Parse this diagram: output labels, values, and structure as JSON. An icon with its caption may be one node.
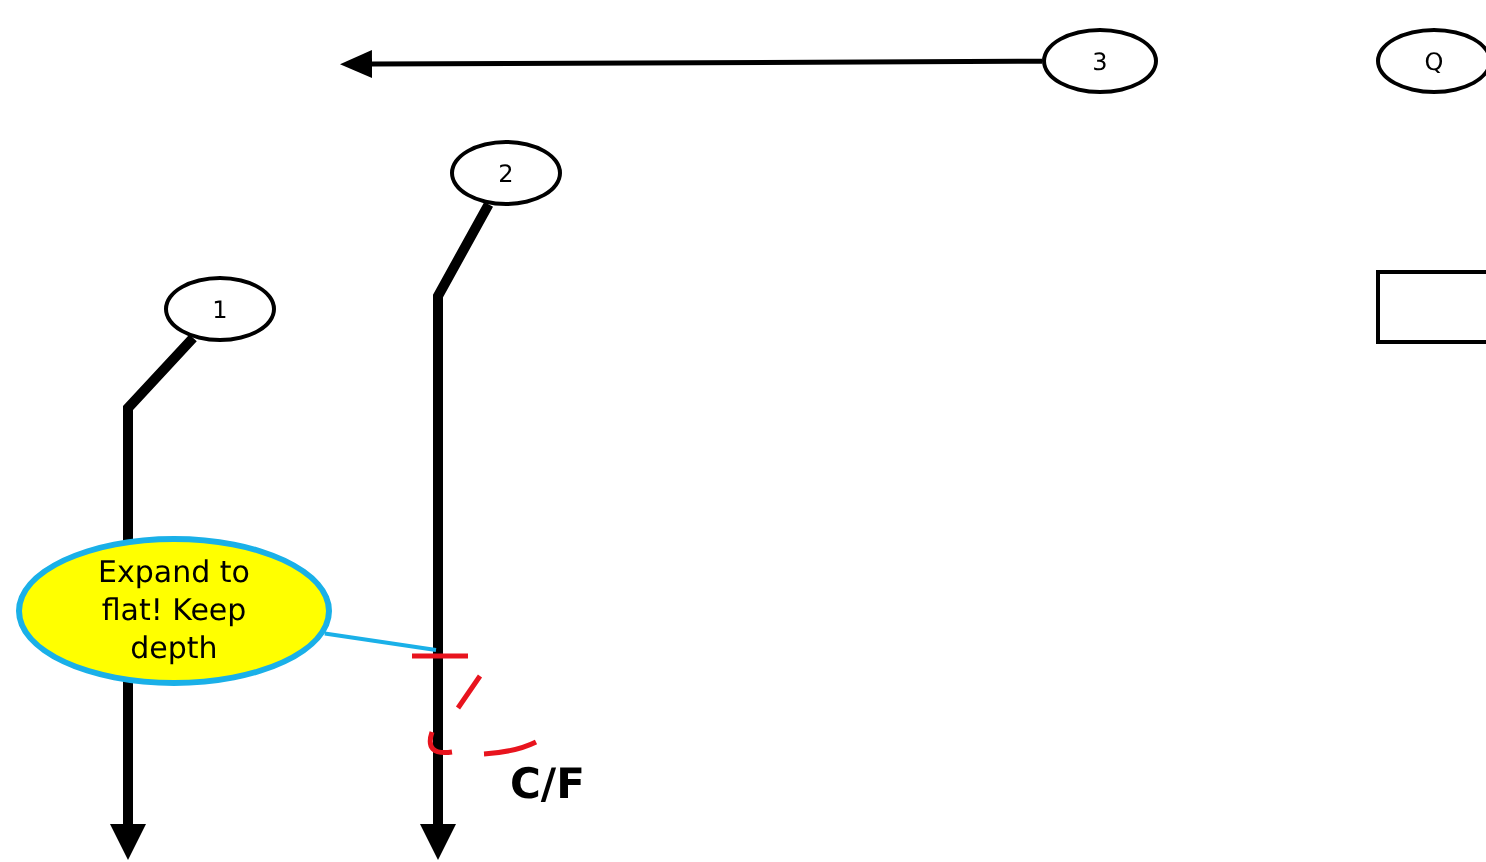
{
  "diagram": {
    "nodes": [
      {
        "text": [
          "3"
        ]
      },
      {
        "text": [
          "Q"
        ]
      },
      {
        "text": [
          "2"
        ]
      },
      {
        "text": [
          "1"
        ]
      },
      {
        "text": [],
        "shape": "box"
      },
      {
        "text": [
          "Expand to flat! Keep depth"
        ]
      }
    ],
    "edges": [
      {
        "from": 0,
        "to": null,
        "arrow": "to"
      },
      {
        "from": 2,
        "to": null,
        "arrow": "to",
        "style": "thick"
      },
      {
        "from": 3,
        "to": null,
        "arrow": "to",
        "style": "thick"
      },
      {
        "from": 5,
        "to": null,
        "arrow": "none",
        "color": "#1ab0e8"
      }
    ],
    "labels": [
      "C/F"
    ]
  }
}
